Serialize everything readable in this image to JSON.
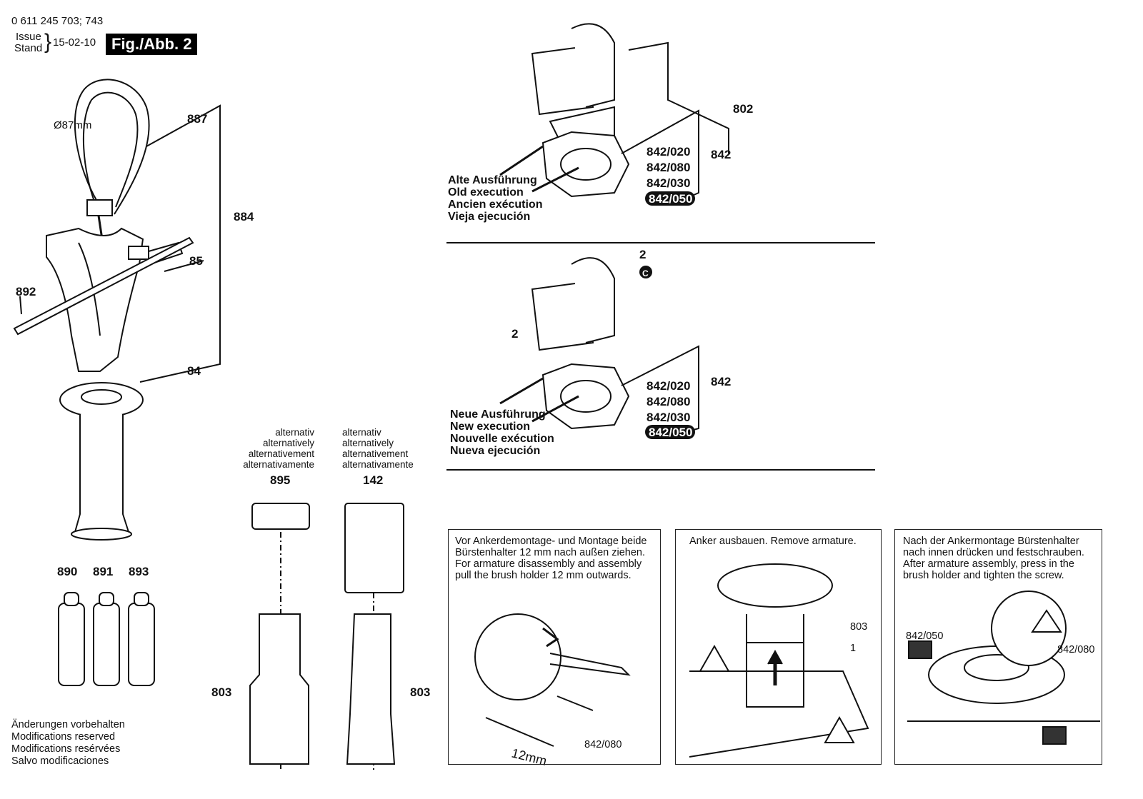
{
  "header": {
    "part_number": "0 611 245 703; 743",
    "issue_label": "Issue",
    "stand_label": "Stand",
    "date": "15-02-10",
    "figure_label": "Fig./Abb. 2"
  },
  "parts": {
    "p887": "887",
    "p884": "884",
    "p85": "85",
    "p892": "892",
    "p84": "84",
    "diameter": "Ø87mm",
    "p890": "890",
    "p891": "891",
    "p893": "893",
    "p895": "895",
    "p142": "142",
    "p803a": "803",
    "p803b": "803",
    "p802": "802",
    "p842a": "842",
    "p842b": "842",
    "p842_020a": "842/020",
    "p842_080a": "842/080",
    "p842_030a": "842/030",
    "p842_050a": "842/050",
    "p842_020b": "842/020",
    "p842_080b": "842/080",
    "p842_030b": "842/030",
    "p842_050b": "842/050",
    "p2a": "2",
    "p2b": "2",
    "c_mark": "C"
  },
  "alternatives": {
    "left": [
      "alternativ",
      "alternatively",
      "alternativement",
      "alternativamente"
    ],
    "right": [
      "alternativ",
      "alternatively",
      "alternativement",
      "alternativamente"
    ]
  },
  "old_execution": [
    "Alte Ausführung",
    "Old execution",
    "Ancien exécution",
    "Vieja ejecución"
  ],
  "new_execution": [
    "Neue Ausführung",
    "New execution",
    "Nouvelle exécution",
    "Nueva ejecución"
  ],
  "modifications": [
    "Änderungen vorbehalten",
    "Modifications reserved",
    "Modifications resérvées",
    "Salvo modificaciones"
  ],
  "instructions": {
    "box1": [
      "Vor Ankerdemontage- und Montage beide",
      "Bürstenhalter 12 mm nach außen ziehen.",
      "For armature disassembly and assembly",
      "pull the brush holder 12 mm outwards."
    ],
    "box1_dim": "12mm",
    "box1_part": "842/080",
    "box2": [
      "Anker ausbauen. Remove armature."
    ],
    "box2_part803": "803",
    "box2_part1": "1",
    "box3": [
      "Nach der Ankermontage Bürstenhalter",
      "nach innen drücken und festschrauben.",
      "After armature assembly, press in the",
      "brush holder and tighten the screw."
    ],
    "box3_part050": "842/050",
    "box3_part080": "842/080"
  }
}
